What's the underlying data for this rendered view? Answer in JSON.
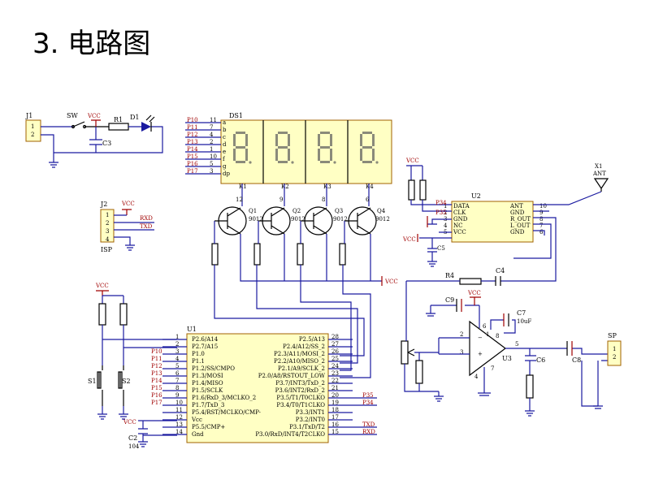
{
  "title": "3. 电路图",
  "labels": {
    "j1": "J1",
    "j1_p1": "1",
    "j1_p2": "2",
    "sw": "SW",
    "vcc": "VCC",
    "r1": "R1",
    "d1": "D1",
    "c3": "C3",
    "ds1": "DS1",
    "ds_ports": [
      "P10",
      "P11",
      "P12",
      "P13",
      "P14",
      "P15",
      "P16",
      "P17"
    ],
    "ds_pins": [
      "11",
      "7",
      "4",
      "2",
      "1",
      "10",
      "5",
      "3"
    ],
    "ds_segs": [
      "a",
      "b",
      "c",
      "d",
      "e",
      "f",
      "g",
      "dp"
    ],
    "k": [
      "K1",
      "K2",
      "K3",
      "K4"
    ],
    "q": [
      "Q1",
      "Q2",
      "Q3",
      "Q4"
    ],
    "q_type": "9012",
    "q_pins": [
      "12",
      "9",
      "8",
      "6"
    ],
    "j2": "J2",
    "isp": "ISP",
    "rxd": "RXD",
    "txd": "TXD",
    "j2_pins": [
      "1",
      "2",
      "3",
      "4"
    ],
    "u2": "U2",
    "u2_left": [
      "DATA",
      "CLK",
      "GND",
      "NC",
      "VCC"
    ],
    "u2_right": [
      "ANT",
      "GND",
      "R_OUT",
      "L_OUT",
      "GND"
    ],
    "u2_lpins": [
      "1",
      "2",
      "3",
      "4",
      "5"
    ],
    "u2_rpins": [
      "10",
      "9",
      "8",
      "7",
      "6"
    ],
    "p34": "P34",
    "p35": "P35",
    "c5": "C5",
    "x1": "X1",
    "ant": "ANT",
    "r4": "R4",
    "c4": "C4",
    "c9": "C9",
    "c7": "C7",
    "c7v": "10uF",
    "u3": "U3",
    "c6": "C6",
    "c8": "C8",
    "sp": "SP",
    "sp_p1": "1",
    "sp_p2": "2",
    "u3_pins": [
      "2",
      "3",
      "6",
      "4",
      "7",
      "1",
      "8",
      "5"
    ],
    "u1": "U1",
    "u1_left_pins": [
      "1",
      "2",
      "3",
      "4",
      "5",
      "6",
      "7",
      "8",
      "9",
      "10",
      "11",
      "12",
      "13",
      "14"
    ],
    "u1_left": [
      "P2.6/A14",
      "P2.7/A15",
      "P1.0",
      "P1.1",
      "P1.2/SS/CMPO",
      "P1.3/MOSI",
      "P1.4/MISO",
      "P1.5/SCLK",
      "P1.6/RxD_3/MCLKO_2",
      "P1.7/TxD_3",
      "P5.4/RST/MCLKO/CMP-",
      "Vcc",
      "P5.5/CMP+",
      "Gnd"
    ],
    "u1_right_pins": [
      "28",
      "27",
      "26",
      "25",
      "24",
      "23",
      "22",
      "21",
      "20",
      "19",
      "18",
      "17",
      "16",
      "15"
    ],
    "u1_right": [
      "P2.5/A13",
      "P2.4/A12/SS_2",
      "P2.3/A11/MOSI_2",
      "P2.2/A10/MISO_2",
      "P2.1/A9/SCLK_2",
      "P2.0/A8/RSTOUT_LOW",
      "P3.7/INT3/TxD_2",
      "P3.6/INT2/RxD_2",
      "P3.5/T1/T0CLKO",
      "P3.4/T0/T1CLKO",
      "P3.3/INT1",
      "P3.2/INT0",
      "P3.1/TxD/T2",
      "P3.0/RxD/INT4/T2CLKO"
    ],
    "u1_ports_left": [
      "P10",
      "P11",
      "P12",
      "P13",
      "P14",
      "P15",
      "P16",
      "P17"
    ],
    "u1_ports_right": [
      "P35",
      "P34",
      "TXD",
      "RXD"
    ],
    "s1": "S1",
    "s2": "S2",
    "c2": "C2",
    "c2v": "104"
  }
}
